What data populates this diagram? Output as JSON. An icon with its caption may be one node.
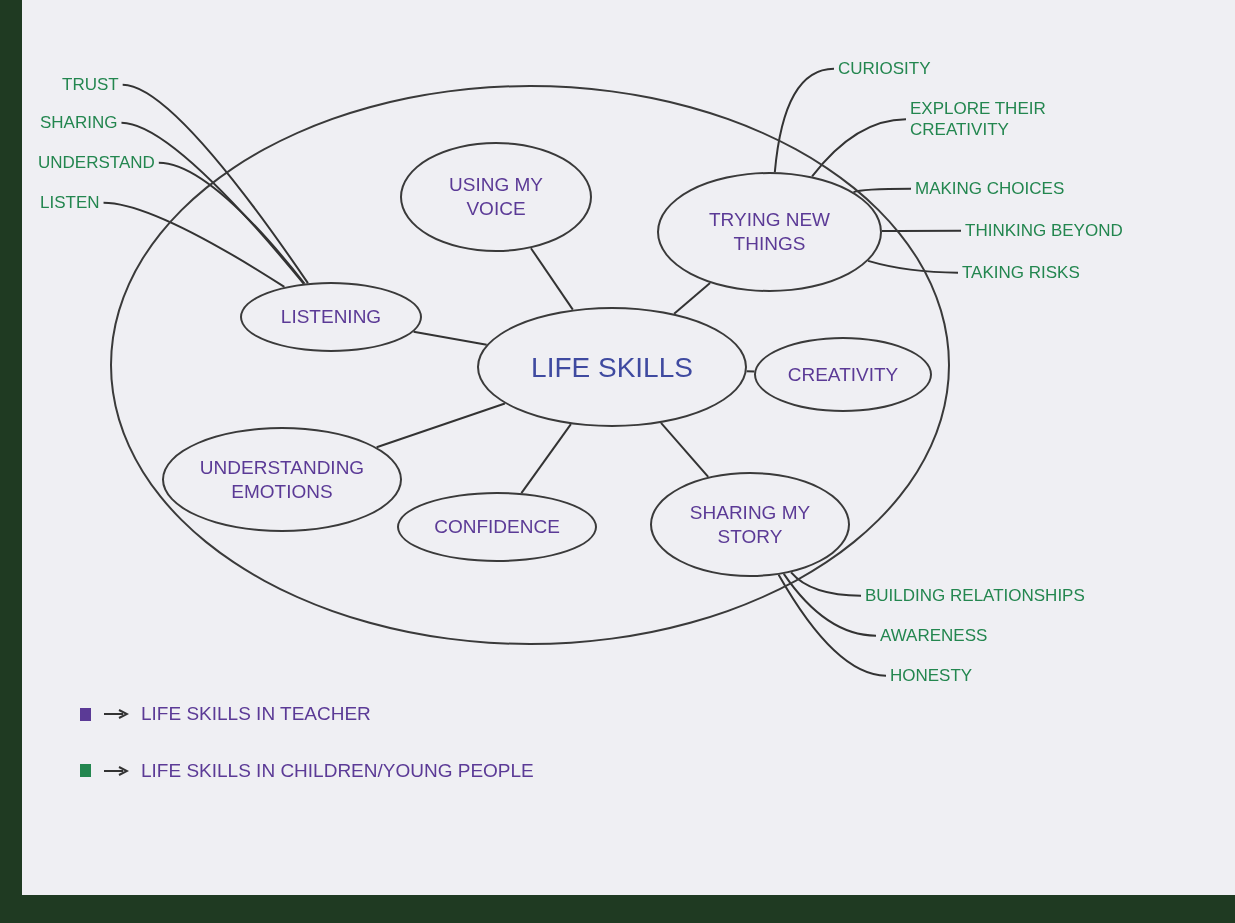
{
  "diagram": {
    "nodes": [
      {
        "text": [],
        "shape": "ellipse"
      },
      {
        "text": [
          "LIFE SKILLS"
        ],
        "in": 0
      },
      {
        "text": [
          "USING MY VOICE"
        ],
        "in": 0
      },
      {
        "text": [
          "TRYING NEW THINGS"
        ],
        "in": 0
      },
      {
        "text": [
          "LISTENING"
        ],
        "in": 0
      },
      {
        "text": [
          "CREATIVITY"
        ],
        "in": 0
      },
      {
        "text": [
          "UNDERSTANDING EMOTIONS"
        ],
        "in": 0
      },
      {
        "text": [
          "CONFIDENCE"
        ],
        "in": 0
      },
      {
        "text": [
          "SHARING MY STORY"
        ],
        "in": 0
      },
      {
        "text": [
          "TRUST"
        ]
      },
      {
        "text": [
          "SHARING"
        ]
      },
      {
        "text": [
          "UNDERSTAND"
        ]
      },
      {
        "text": [
          "LISTEN"
        ]
      },
      {
        "text": [
          "CURIOSITY"
        ]
      },
      {
        "text": [
          "EXPLORE THEIR CREATIVITY"
        ]
      },
      {
        "text": [
          "MAKING CHOICES"
        ]
      },
      {
        "text": [
          "THINKING BEYOND"
        ]
      },
      {
        "text": [
          "TAKING RISKS"
        ]
      },
      {
        "text": [
          "BUILDING RELATIONSHIPS"
        ]
      },
      {
        "text": [
          "AWARENESS"
        ]
      },
      {
        "text": [
          "HONESTY"
        ]
      }
    ],
    "edges": [
      {
        "from": 1,
        "to": 2,
        "arrow": "none"
      },
      {
        "from": 1,
        "to": 3,
        "arrow": "none"
      },
      {
        "from": 1,
        "to": 4,
        "arrow": "none"
      },
      {
        "from": 1,
        "to": 5,
        "arrow": "none"
      },
      {
        "from": 1,
        "to": 6,
        "arrow": "none"
      },
      {
        "from": 1,
        "to": 7,
        "arrow": "none"
      },
      {
        "from": 1,
        "to": 8,
        "arrow": "none"
      },
      {
        "from": 9,
        "to": 4,
        "arrow": "none"
      },
      {
        "from": 10,
        "to": 4,
        "arrow": "none"
      },
      {
        "from": 11,
        "to": 4,
        "arrow": "none"
      },
      {
        "from": 12,
        "to": 4,
        "arrow": "none"
      },
      {
        "from": 13,
        "to": 3,
        "arrow": "none"
      },
      {
        "from": 14,
        "to": 3,
        "arrow": "none"
      },
      {
        "from": 15,
        "to": 3,
        "arrow": "none"
      },
      {
        "from": 16,
        "to": 3,
        "arrow": "none"
      },
      {
        "from": 17,
        "to": 3,
        "arrow": "none"
      },
      {
        "from": 18,
        "to": 8,
        "arrow": "none"
      },
      {
        "from": 19,
        "to": 8,
        "arrow": "none"
      },
      {
        "from": 20,
        "to": 8,
        "arrow": "none"
      }
    ],
    "legend": [
      {
        "text": "LIFE SKILLS IN TEACHER",
        "color": "#5b3a96"
      },
      {
        "text": "LIFE SKILLS IN CHILDREN/YOUNG PEOPLE",
        "color": "#23864f"
      }
    ]
  }
}
